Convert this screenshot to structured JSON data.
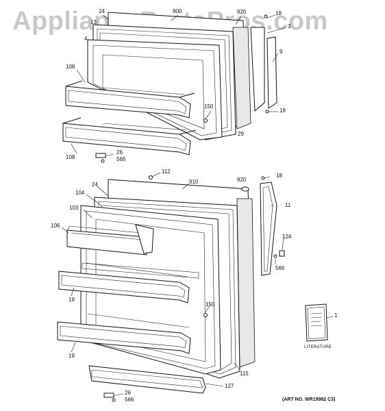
{
  "watermark": "AppliancePartsPros.com",
  "art_number": "(ART NO. WR19982 C3)",
  "literature_label": "LITERATURE",
  "callouts": {
    "c24_top": "24",
    "c900": "900",
    "c920_top": "920",
    "c18_top": "18",
    "c13": "13",
    "c3": "3",
    "c4": "4",
    "c9": "9",
    "c108_a": "108",
    "c150_top": "150",
    "c18_mid": "18",
    "c29": "29",
    "c108_b": "108",
    "c26_top": "26",
    "c566_top": "566",
    "c112": "112",
    "c910": "910",
    "c920_bot": "920",
    "c18_bot": "18",
    "c24_bot": "24",
    "c104": "104",
    "c11": "11",
    "c103": "103",
    "c106": "106",
    "c124": "124",
    "c566_right": "566",
    "c19_a": "19",
    "c150_bot": "150",
    "c1": "1",
    "c19_b": "19",
    "c115": "115",
    "c127": "127",
    "c26_bot": "26",
    "c566_bot": "566"
  }
}
